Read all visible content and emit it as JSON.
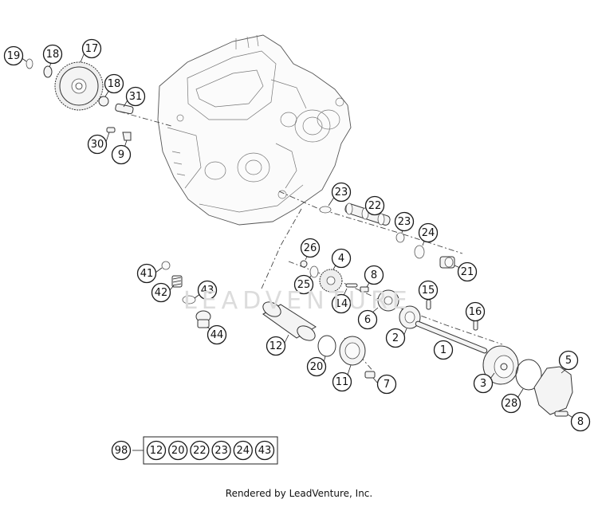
{
  "credit": "Rendered by LeadVenture, Inc.",
  "watermark": "LEADVENTURE",
  "callouts": [
    {
      "label": "19",
      "name": "callout-19"
    },
    {
      "label": "18",
      "name": "callout-18-top"
    },
    {
      "label": "17",
      "name": "callout-17"
    },
    {
      "label": "18",
      "name": "callout-18-mid"
    },
    {
      "label": "31",
      "name": "callout-31"
    },
    {
      "label": "30",
      "name": "callout-30"
    },
    {
      "label": "9",
      "name": "callout-9"
    },
    {
      "label": "23",
      "name": "callout-23-upper"
    },
    {
      "label": "22",
      "name": "callout-22"
    },
    {
      "label": "23",
      "name": "callout-23-lower"
    },
    {
      "label": "24",
      "name": "callout-24"
    },
    {
      "label": "21",
      "name": "callout-21"
    },
    {
      "label": "26",
      "name": "callout-26"
    },
    {
      "label": "4",
      "name": "callout-4"
    },
    {
      "label": "8",
      "name": "callout-8-mid"
    },
    {
      "label": "25",
      "name": "callout-25"
    },
    {
      "label": "14",
      "name": "callout-14"
    },
    {
      "label": "15",
      "name": "callout-15"
    },
    {
      "label": "6",
      "name": "callout-6"
    },
    {
      "label": "41",
      "name": "callout-41"
    },
    {
      "label": "42",
      "name": "callout-42"
    },
    {
      "label": "43",
      "name": "callout-43"
    },
    {
      "label": "16",
      "name": "callout-16"
    },
    {
      "label": "44",
      "name": "callout-44"
    },
    {
      "label": "2",
      "name": "callout-2"
    },
    {
      "label": "12",
      "name": "callout-12"
    },
    {
      "label": "1",
      "name": "callout-1"
    },
    {
      "label": "5",
      "name": "callout-5"
    },
    {
      "label": "20",
      "name": "callout-20"
    },
    {
      "label": "11",
      "name": "callout-11"
    },
    {
      "label": "7",
      "name": "callout-7"
    },
    {
      "label": "3",
      "name": "callout-3"
    },
    {
      "label": "28",
      "name": "callout-28"
    },
    {
      "label": "8",
      "name": "callout-8-bottom"
    }
  ],
  "kit": {
    "label": "98",
    "items": [
      "12",
      "20",
      "22",
      "23",
      "24",
      "43"
    ]
  }
}
